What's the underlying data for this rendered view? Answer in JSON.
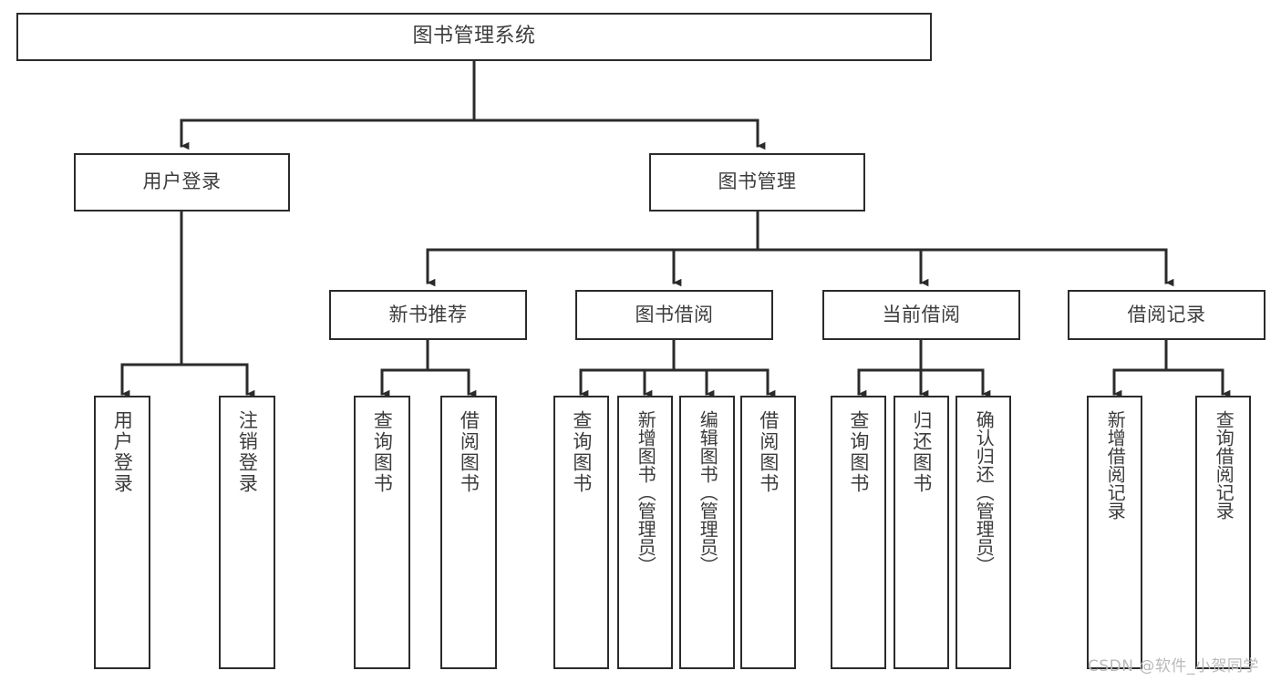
{
  "diagram": {
    "type": "tree-hierarchy-chart",
    "title": "图书管理系统",
    "watermark": "CSDN @软件_小贺同学",
    "colors": {
      "box_border": "#2b2b2b",
      "box_fill": "#ffffff",
      "connector": "#2b2b2b",
      "text": "#3c3c3c",
      "watermark": "#b9b9b9",
      "background": "#ffffff"
    },
    "levels": {
      "root": "图书管理系统",
      "level2": [
        "用户登录",
        "图书管理"
      ],
      "level3": [
        "新书推荐",
        "图书借阅",
        "当前借阅",
        "借阅记录"
      ]
    },
    "nodes": {
      "root": {
        "label": "图书管理系统"
      },
      "user_login": {
        "label": "用户登录"
      },
      "book_manage": {
        "label": "图书管理"
      },
      "new_book_rec": {
        "label": "新书推荐"
      },
      "book_borrow": {
        "label": "图书借阅"
      },
      "current_borrow": {
        "label": "当前借阅"
      },
      "borrow_record": {
        "label": "借阅记录"
      },
      "leaf_user_login": {
        "label": "用户登录"
      },
      "leaf_logout": {
        "label": "注销登录"
      },
      "leaf_query_book_1": {
        "label": "查询图书"
      },
      "leaf_borrow_book_1": {
        "label": "借阅图书"
      },
      "leaf_query_book_2": {
        "label": "查询图书"
      },
      "leaf_add_book_admin": {
        "label": "新增图书（管理员）"
      },
      "leaf_edit_book_admin": {
        "label": "编辑图书（管理员）"
      },
      "leaf_borrow_book_2": {
        "label": "借阅图书"
      },
      "leaf_query_book_3": {
        "label": "查询图书"
      },
      "leaf_return_book": {
        "label": "归还图书"
      },
      "leaf_confirm_return_admin": {
        "label": "确认归还（管理员）"
      },
      "leaf_add_borrow_record": {
        "label": "新增借阅记录"
      },
      "leaf_query_borrow_record": {
        "label": "查询借阅记录"
      }
    },
    "edges": [
      {
        "from": "root",
        "to": "user_login"
      },
      {
        "from": "root",
        "to": "book_manage"
      },
      {
        "from": "user_login",
        "to": "leaf_user_login"
      },
      {
        "from": "user_login",
        "to": "leaf_logout"
      },
      {
        "from": "book_manage",
        "to": "new_book_rec"
      },
      {
        "from": "book_manage",
        "to": "book_borrow"
      },
      {
        "from": "book_manage",
        "to": "current_borrow"
      },
      {
        "from": "book_manage",
        "to": "borrow_record"
      },
      {
        "from": "new_book_rec",
        "to": "leaf_query_book_1"
      },
      {
        "from": "new_book_rec",
        "to": "leaf_borrow_book_1"
      },
      {
        "from": "book_borrow",
        "to": "leaf_query_book_2"
      },
      {
        "from": "book_borrow",
        "to": "leaf_add_book_admin"
      },
      {
        "from": "book_borrow",
        "to": "leaf_edit_book_admin"
      },
      {
        "from": "book_borrow",
        "to": "leaf_borrow_book_2"
      },
      {
        "from": "current_borrow",
        "to": "leaf_query_book_3"
      },
      {
        "from": "current_borrow",
        "to": "leaf_return_book"
      },
      {
        "from": "current_borrow",
        "to": "leaf_confirm_return_admin"
      },
      {
        "from": "borrow_record",
        "to": "leaf_add_borrow_record"
      },
      {
        "from": "borrow_record",
        "to": "leaf_query_borrow_record"
      }
    ]
  }
}
